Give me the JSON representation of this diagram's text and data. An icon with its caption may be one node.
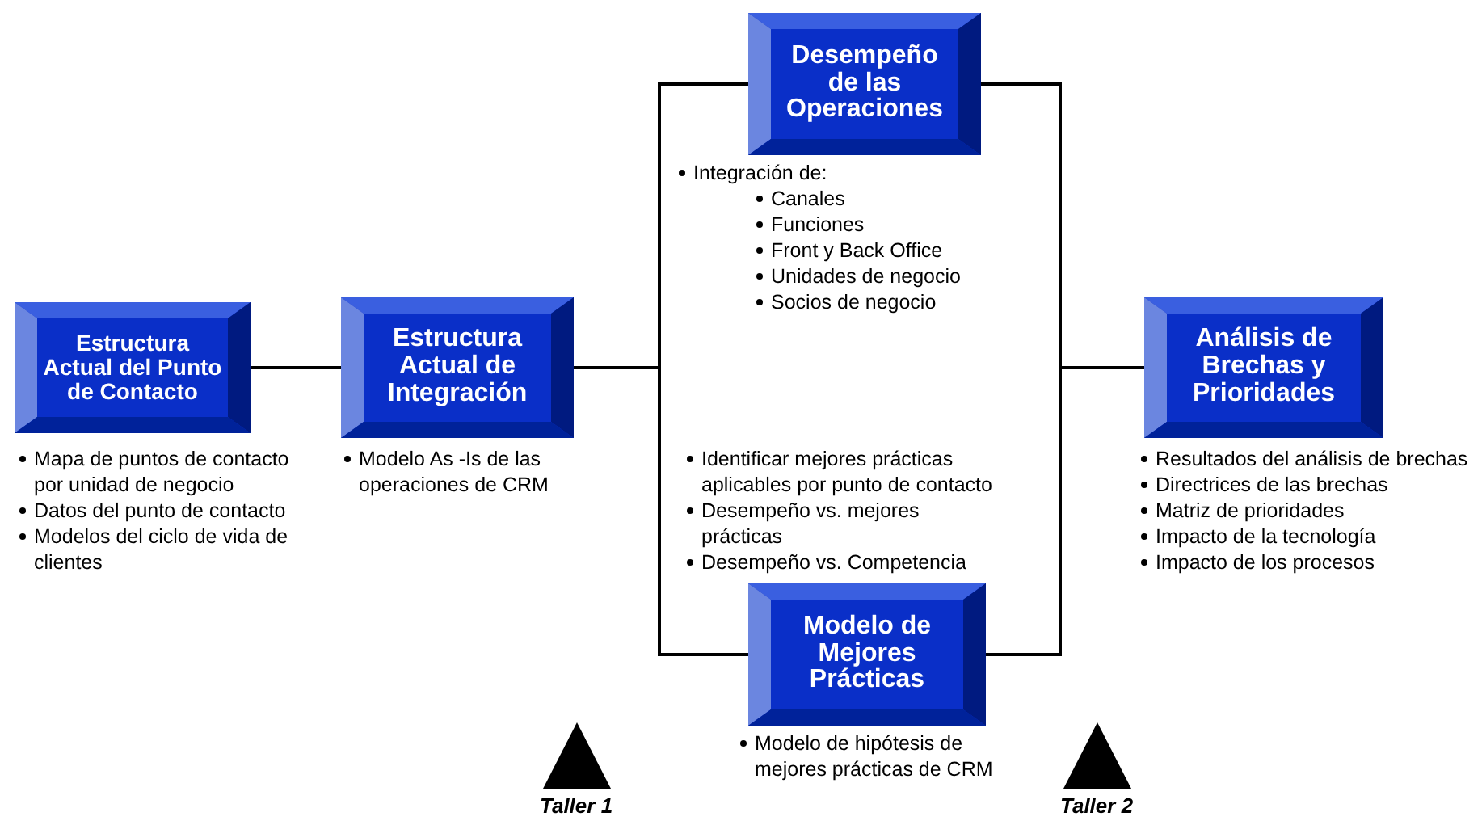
{
  "diagram": {
    "nodes": [
      {
        "text": [
          "Estructura Actual del Punto de Contacto"
        ],
        "beside": [
          "Mapa de puntos de contacto por unidad de negocio",
          "Datos del punto de contacto",
          "Modelos del ciclo de vida de clientes"
        ]
      },
      {
        "text": [
          "Estructura Actual de Integración"
        ],
        "beside": [
          "Modelo As -Is de las operaciones de CRM"
        ]
      },
      {
        "text": [
          "Desempeño de las Operaciones"
        ],
        "beside": [
          "Integración de:",
          "Canales",
          "Funciones",
          "Front y Back Office",
          "Unidades de negocio",
          "Socios de negocio"
        ]
      },
      {
        "text": [
          "Modelo de Mejores Prácticas"
        ],
        "beside": [
          "Modelo de hipótesis de mejores prácticas de CRM"
        ]
      },
      {
        "text": [
          "Análisis de Brechas y Prioridades"
        ],
        "beside": [
          "Resultados del análisis de brechas",
          "Directrices de las brechas",
          "Matriz de prioridades",
          "Impacto de la tecnología",
          "Impacto de los procesos"
        ]
      }
    ],
    "edges": [
      {
        "from": 0,
        "to": 1,
        "arrow": "none"
      },
      {
        "from": 1,
        "to": 2,
        "arrow": "none"
      },
      {
        "from": 1,
        "to": 3,
        "arrow": "none"
      },
      {
        "from": 2,
        "to": 4,
        "arrow": "none"
      },
      {
        "from": 3,
        "to": 4,
        "arrow": "none"
      }
    ],
    "labels": [
      "Identificar mejores prácticas aplicables por punto de contacto",
      "Desempeño vs. mejores prácticas",
      "Desempeño vs. Competencia",
      "Taller 1",
      "Taller 2"
    ]
  }
}
